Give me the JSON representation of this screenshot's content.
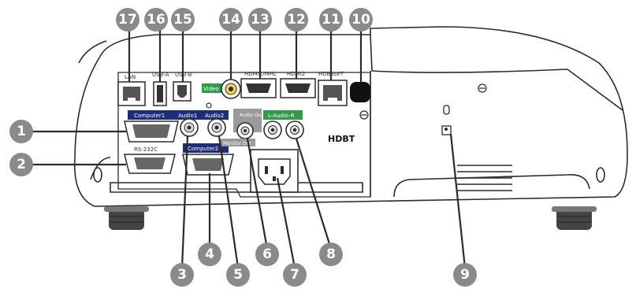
{
  "labels": {
    "lan": "LAN",
    "usb_a": "USB-A",
    "usb_b": "USB-B",
    "video": "Video",
    "hdmi1": "HDMI1/MHL",
    "hdmi2": "HDMI2",
    "hdbaset": "HDBaseT",
    "computer1": "Computer1",
    "audio1": "Audio1",
    "audio2": "Audio2",
    "audio_out": "Audio Out",
    "l_audio_r": "L-Audio-R",
    "rs232c": "RS-232C",
    "computer2": "Computer2",
    "monitor_out": "Monitor Out",
    "hdbt_logo": "HDBT"
  },
  "callouts": [
    "1",
    "2",
    "3",
    "4",
    "5",
    "6",
    "7",
    "8",
    "9",
    "10",
    "11",
    "12",
    "13",
    "14",
    "15",
    "16",
    "17"
  ],
  "colors": {
    "callout_fill": "#8a8a8a",
    "port_blue": "#1e2d7a",
    "port_green": "#2e9a4a",
    "port_grey": "#9a9a9a",
    "outline": "#2b2b2b"
  }
}
